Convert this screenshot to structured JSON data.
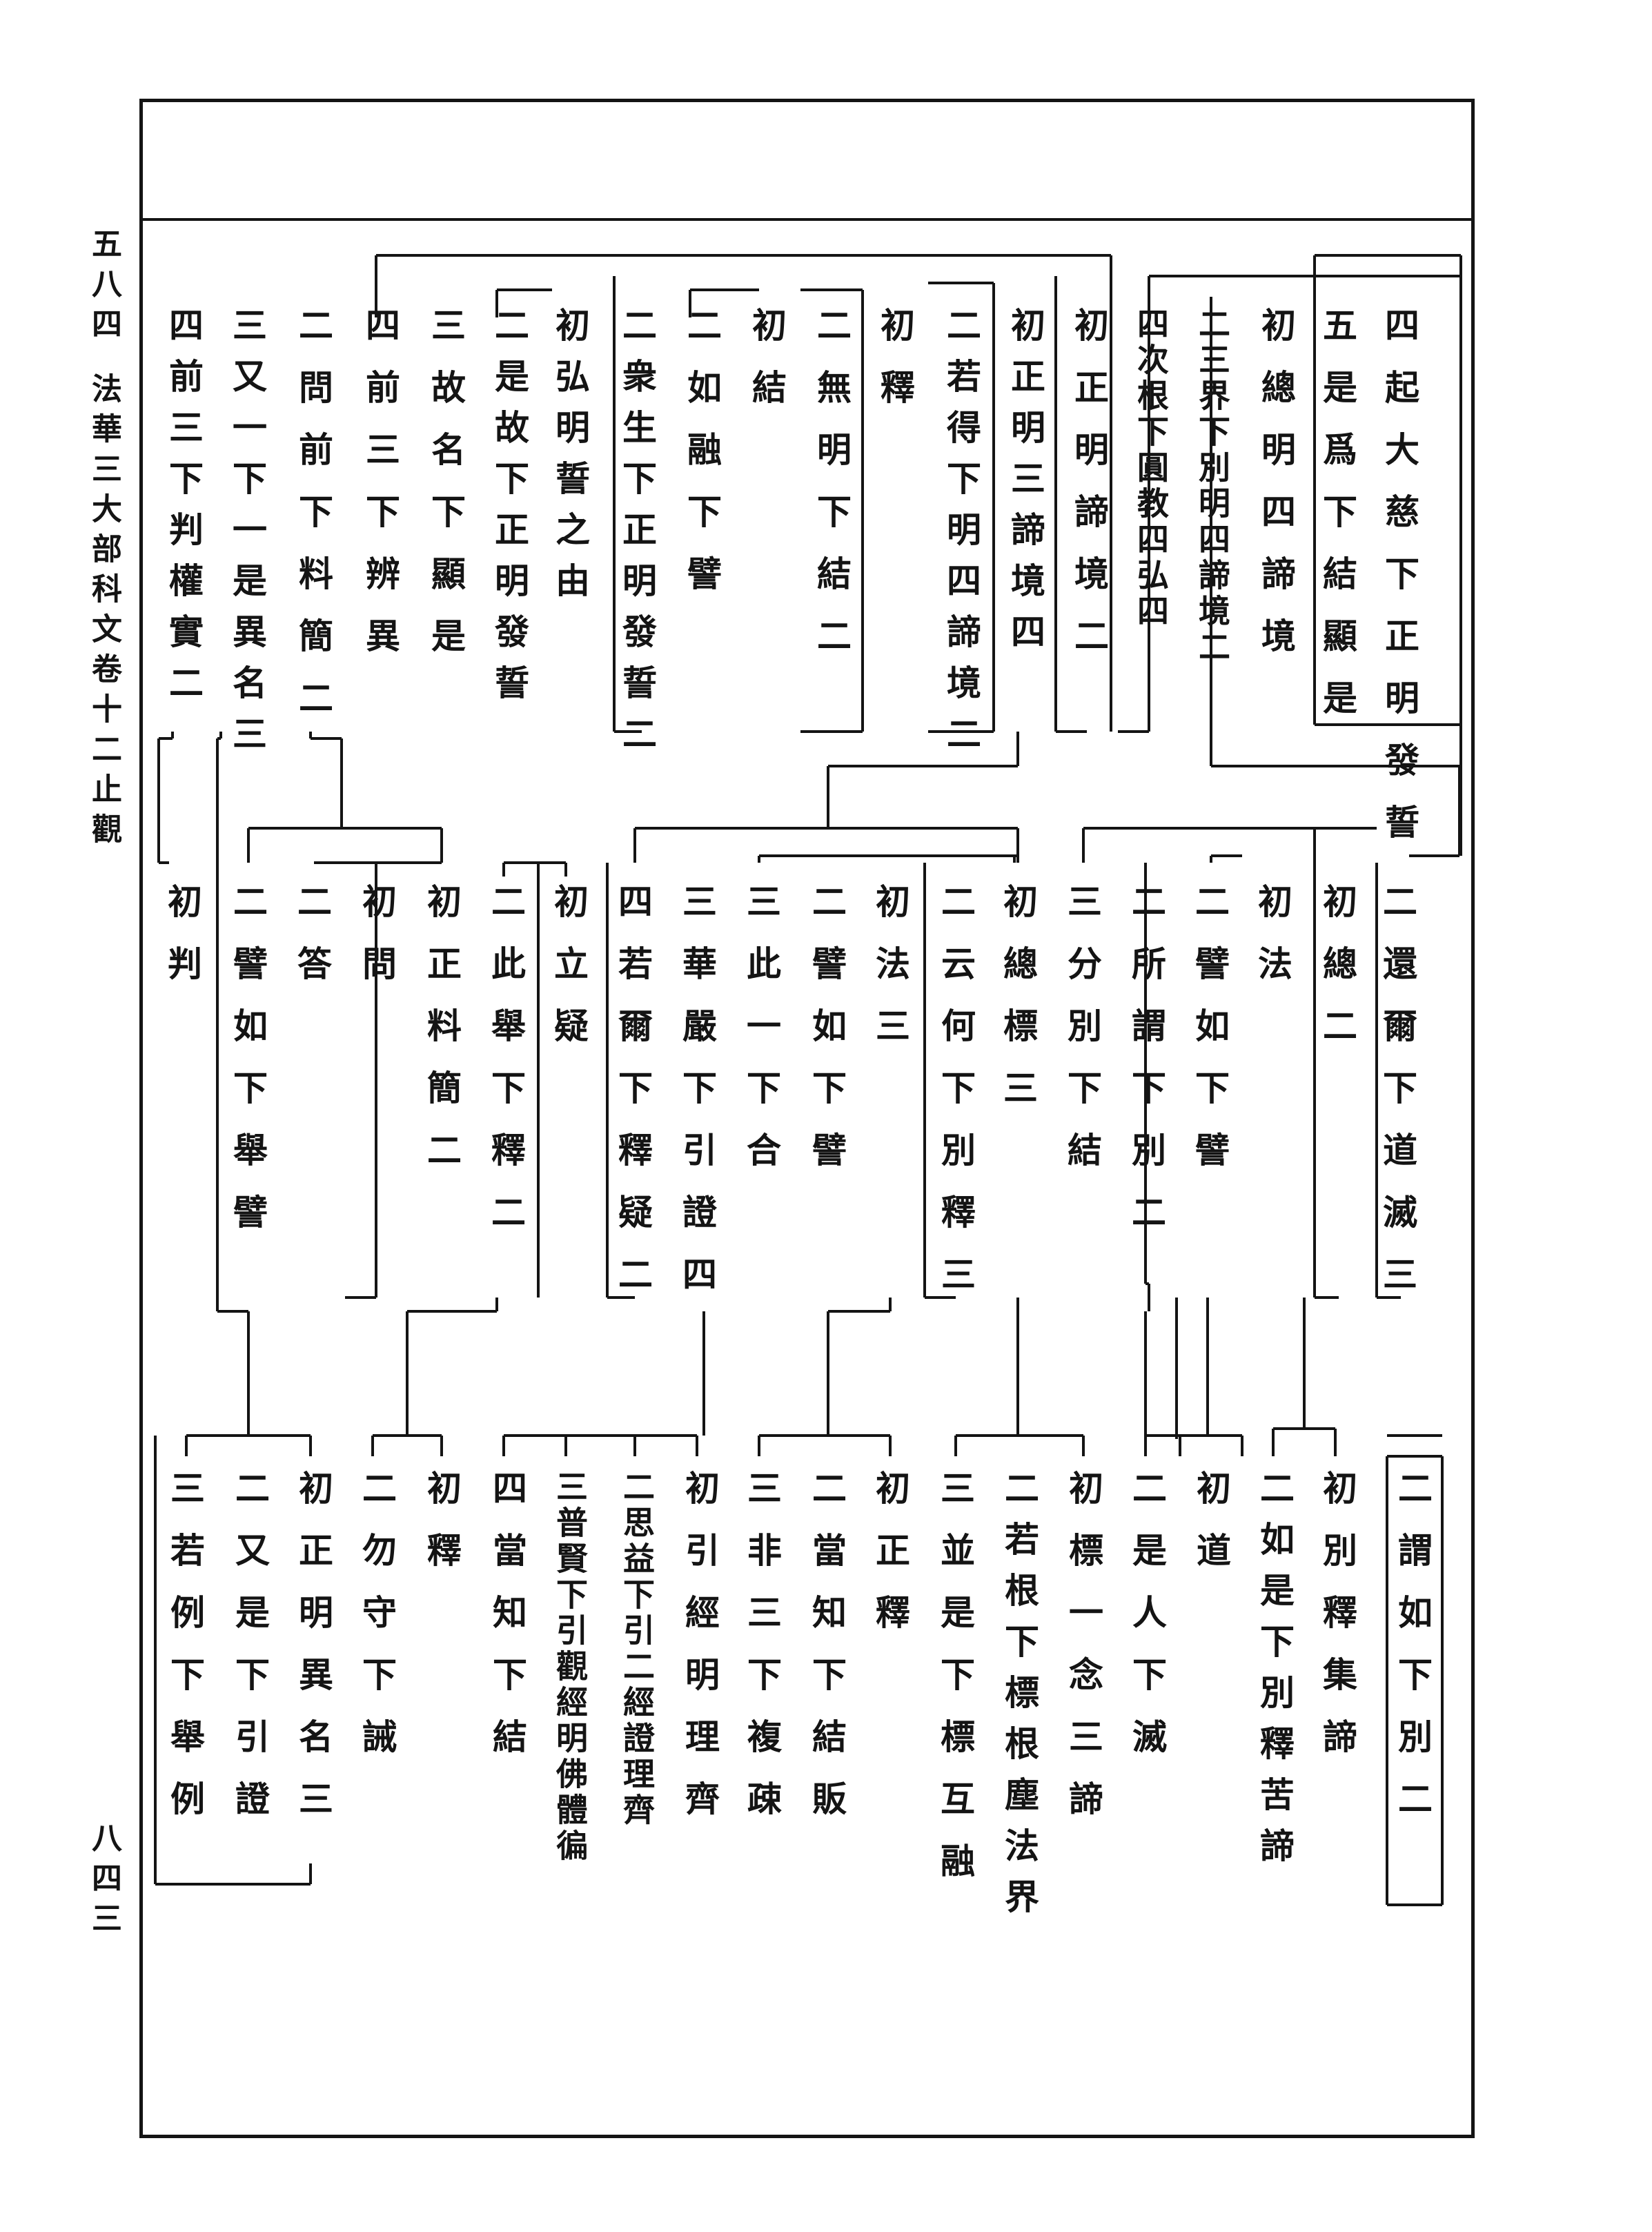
{
  "margin": {
    "page_number": "五八四",
    "running_title": "法華三大部科文卷十二止觀",
    "folio": "八四三"
  },
  "row1": [
    "四起大慈下正明發誓",
    "五是爲下結顯是",
    "初總明四諦境",
    "二三界下別明四諦境二",
    "四次根下圓教四弘四",
    "初正明諦境二",
    "初正明三諦境四",
    "二若得下明四諦境二",
    "初釋",
    "二無明下結二",
    "初結",
    "二如融下譬",
    "二衆生下正明發誓二",
    "初弘明誓之由",
    "二是故下正明發誓",
    "三故名下顯是",
    "四前三下辨異",
    "二問前下料簡二",
    "三又一下一是異名三",
    "四前三下判權實二"
  ],
  "row2": [
    "二還爾下道滅三",
    "初總二",
    "初法",
    "二譬如下譬",
    "二所謂下別二",
    "三分別下結",
    "初總標三",
    "二云何下別釋三",
    "初法三",
    "二譬如下譬",
    "三此一下合",
    "三華嚴下引證四",
    "四若爾下釋疑二",
    "初立疑",
    "二此舉下釋二",
    "初正料簡二",
    "初問",
    "二答",
    "二譬如下舉譬",
    "初判"
  ],
  "row3": [
    "二謂如下別二",
    "初別釋集諦",
    "二如是下別釋苦諦",
    "初道",
    "二是人下滅",
    "初標一念三諦",
    "二若根下標根塵法界",
    "三並是下標互融",
    "初正釋",
    "二當知下結販",
    "三非三下複疎",
    "初引經明理齊",
    "二思益下引二經證理齊",
    "三普賢下引觀經明佛體徧",
    "四當知下結",
    "初釋",
    "二勿守下誡",
    "初正明異名三",
    "二又是下引證",
    "三若例下舉例"
  ]
}
